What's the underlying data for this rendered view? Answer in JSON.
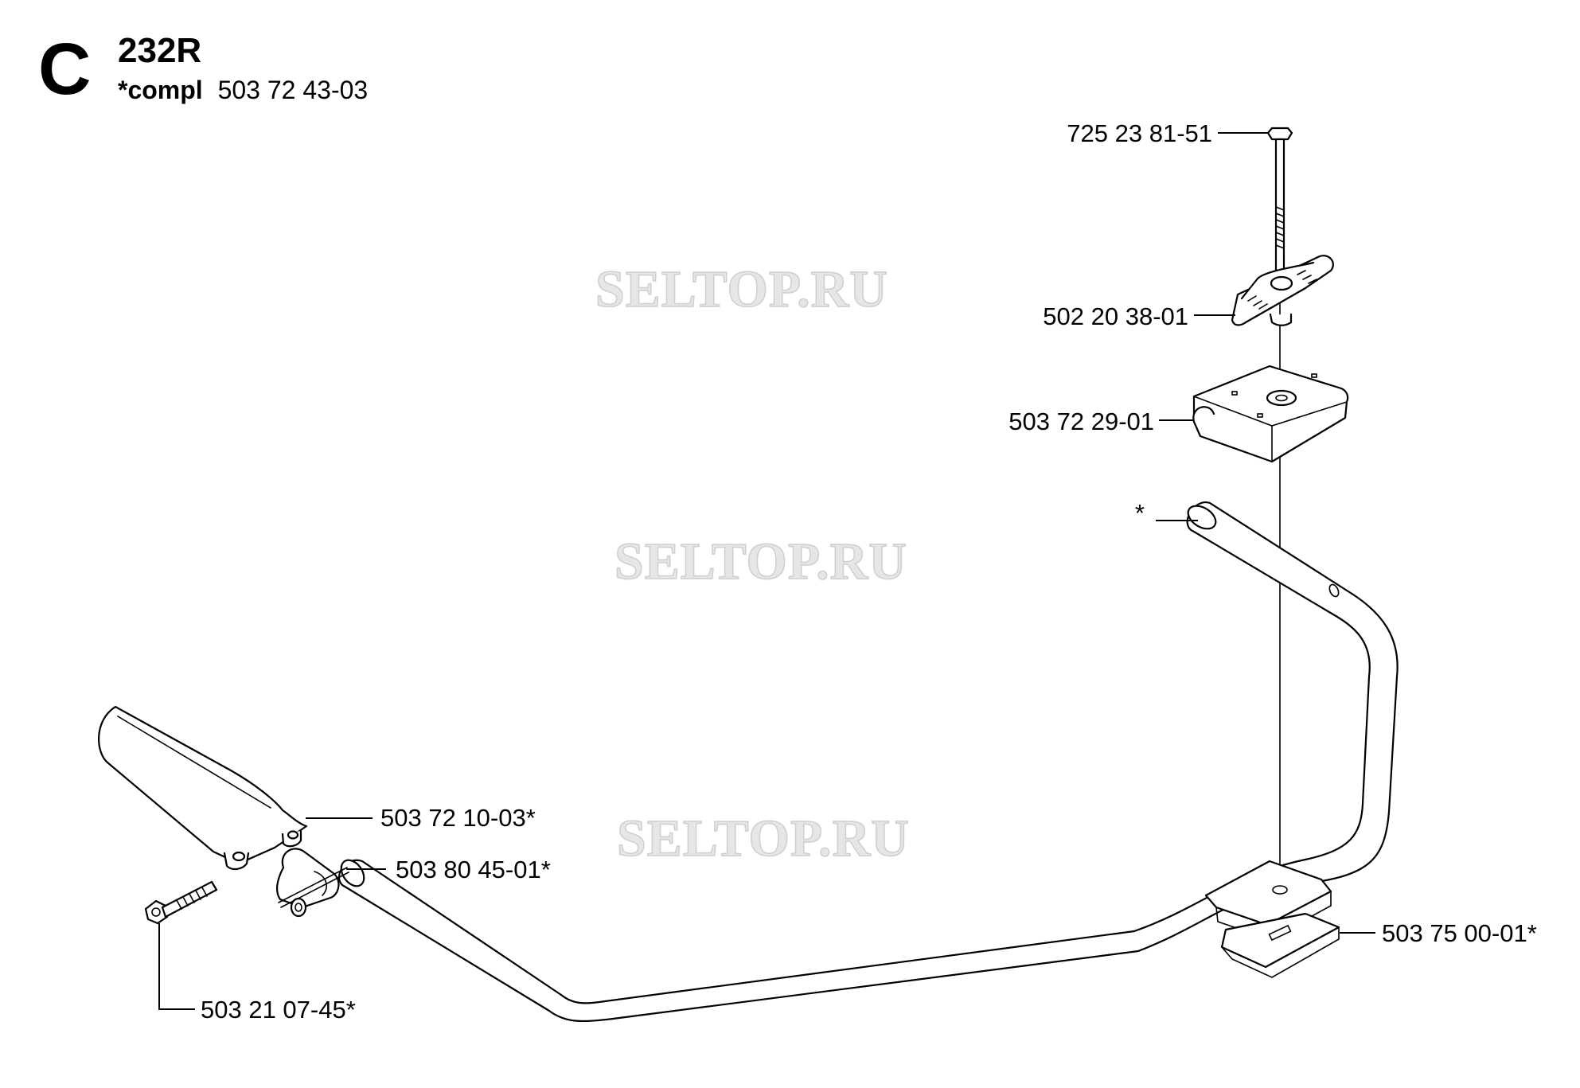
{
  "header": {
    "section_letter": "C",
    "model": "232R",
    "compl_prefix": "*compl",
    "compl_number": "503 72 43-03"
  },
  "watermark": "SELTOP.RU",
  "parts": [
    {
      "id": "bolt",
      "number": "725 23 81-51"
    },
    {
      "id": "wing-knob",
      "number": "502 20 38-01"
    },
    {
      "id": "clamp-cap",
      "number": "503 72 29-01"
    },
    {
      "id": "handle-bar",
      "number": "*"
    },
    {
      "id": "grip",
      "number": "503 72 10-03*"
    },
    {
      "id": "grip-clamp",
      "number": "503 80 45-01*"
    },
    {
      "id": "handle-bracket",
      "number": "503 75 00-01*"
    },
    {
      "id": "grip-screw",
      "number": "503 21 07-45*"
    }
  ]
}
